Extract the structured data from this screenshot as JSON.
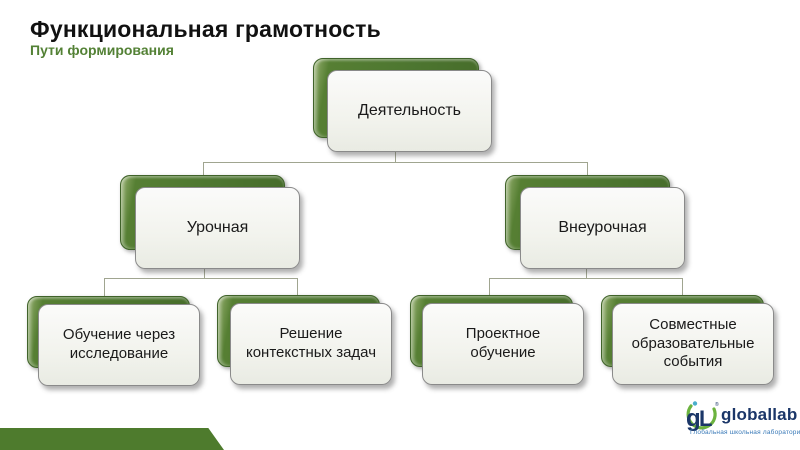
{
  "slide": {
    "title": "Функциональная грамотность",
    "subtitle": "Пути формирования"
  },
  "diagram": {
    "type": "hierarchy",
    "nodes": [
      {
        "id": "root",
        "label": "Деятельность",
        "parent": null
      },
      {
        "id": "urochnaya",
        "label": "Урочная",
        "parent": "root"
      },
      {
        "id": "vneurochnaya",
        "label": "Внеурочная",
        "parent": "root"
      },
      {
        "id": "obuchenie-cherez-issledovanie",
        "label": "Обучение через исследование",
        "parent": "urochnaya"
      },
      {
        "id": "reshenie-kontekstnyh-zadach",
        "label": "Решение контекстных задач",
        "parent": "urochnaya"
      },
      {
        "id": "proektnoe-obuchenie",
        "label": "Проектное обучение",
        "parent": "vneurochnaya"
      },
      {
        "id": "sovmestnye-obrazovatelnye-sobytiya",
        "label": "Совместные образовательные события",
        "parent": "vneurochnaya"
      }
    ]
  },
  "logo": {
    "monogram": "gL",
    "name": "globallab",
    "tagline": "Глобальная школьная лаборатория"
  },
  "colors": {
    "node_green": "#4d7630",
    "node_front": "#f2f3ed",
    "subtitle_green": "#538135",
    "connector": "#a0a590",
    "banner_green": "#4e7b2d",
    "logo_navy": "#1b3668",
    "logo_blue": "#3a7ab8",
    "logo_green": "#6cb33f"
  }
}
